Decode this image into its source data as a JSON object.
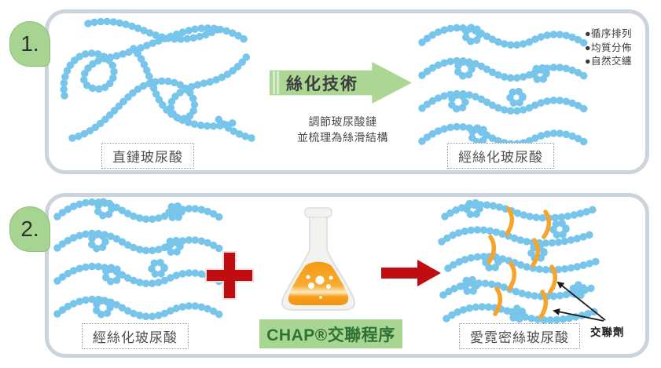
{
  "step1": {
    "badge": "1.",
    "source_label": "直鏈玻尿酸",
    "arrow_label": "絲化技術",
    "description_line1": "調節玻尿酸鏈",
    "description_line2": "並梳理為絲滑結構",
    "result_label": "經絲化玻尿酸",
    "bullets": [
      "●循序排列",
      "●均質分佈",
      "●自然交纏"
    ]
  },
  "step2": {
    "badge": "2.",
    "source_label": "經絲化玻尿酸",
    "process_label": "CHAP®交聯程序",
    "result_label": "愛霓密絲玻尿酸",
    "annotation_label": "交聯劑"
  },
  "icons": {
    "flask": "flask-icon",
    "plus": "plus-icon",
    "process_arrow": "arrow-right-icon",
    "result_arrow": "arrow-right-icon",
    "bead_chain": "bead-chain-graphic",
    "crosslink": "crosslinker-graphic"
  },
  "colors": {
    "bead_blue": "#78c5ec",
    "green": "#abd694",
    "green_dark_text": "#2d7233",
    "red": "#c00d12",
    "orange_link": "#f5a42c",
    "liquid_orange": "#f6a11e",
    "panel_border": "#ccd3db",
    "ink": "#1a1a1a"
  }
}
